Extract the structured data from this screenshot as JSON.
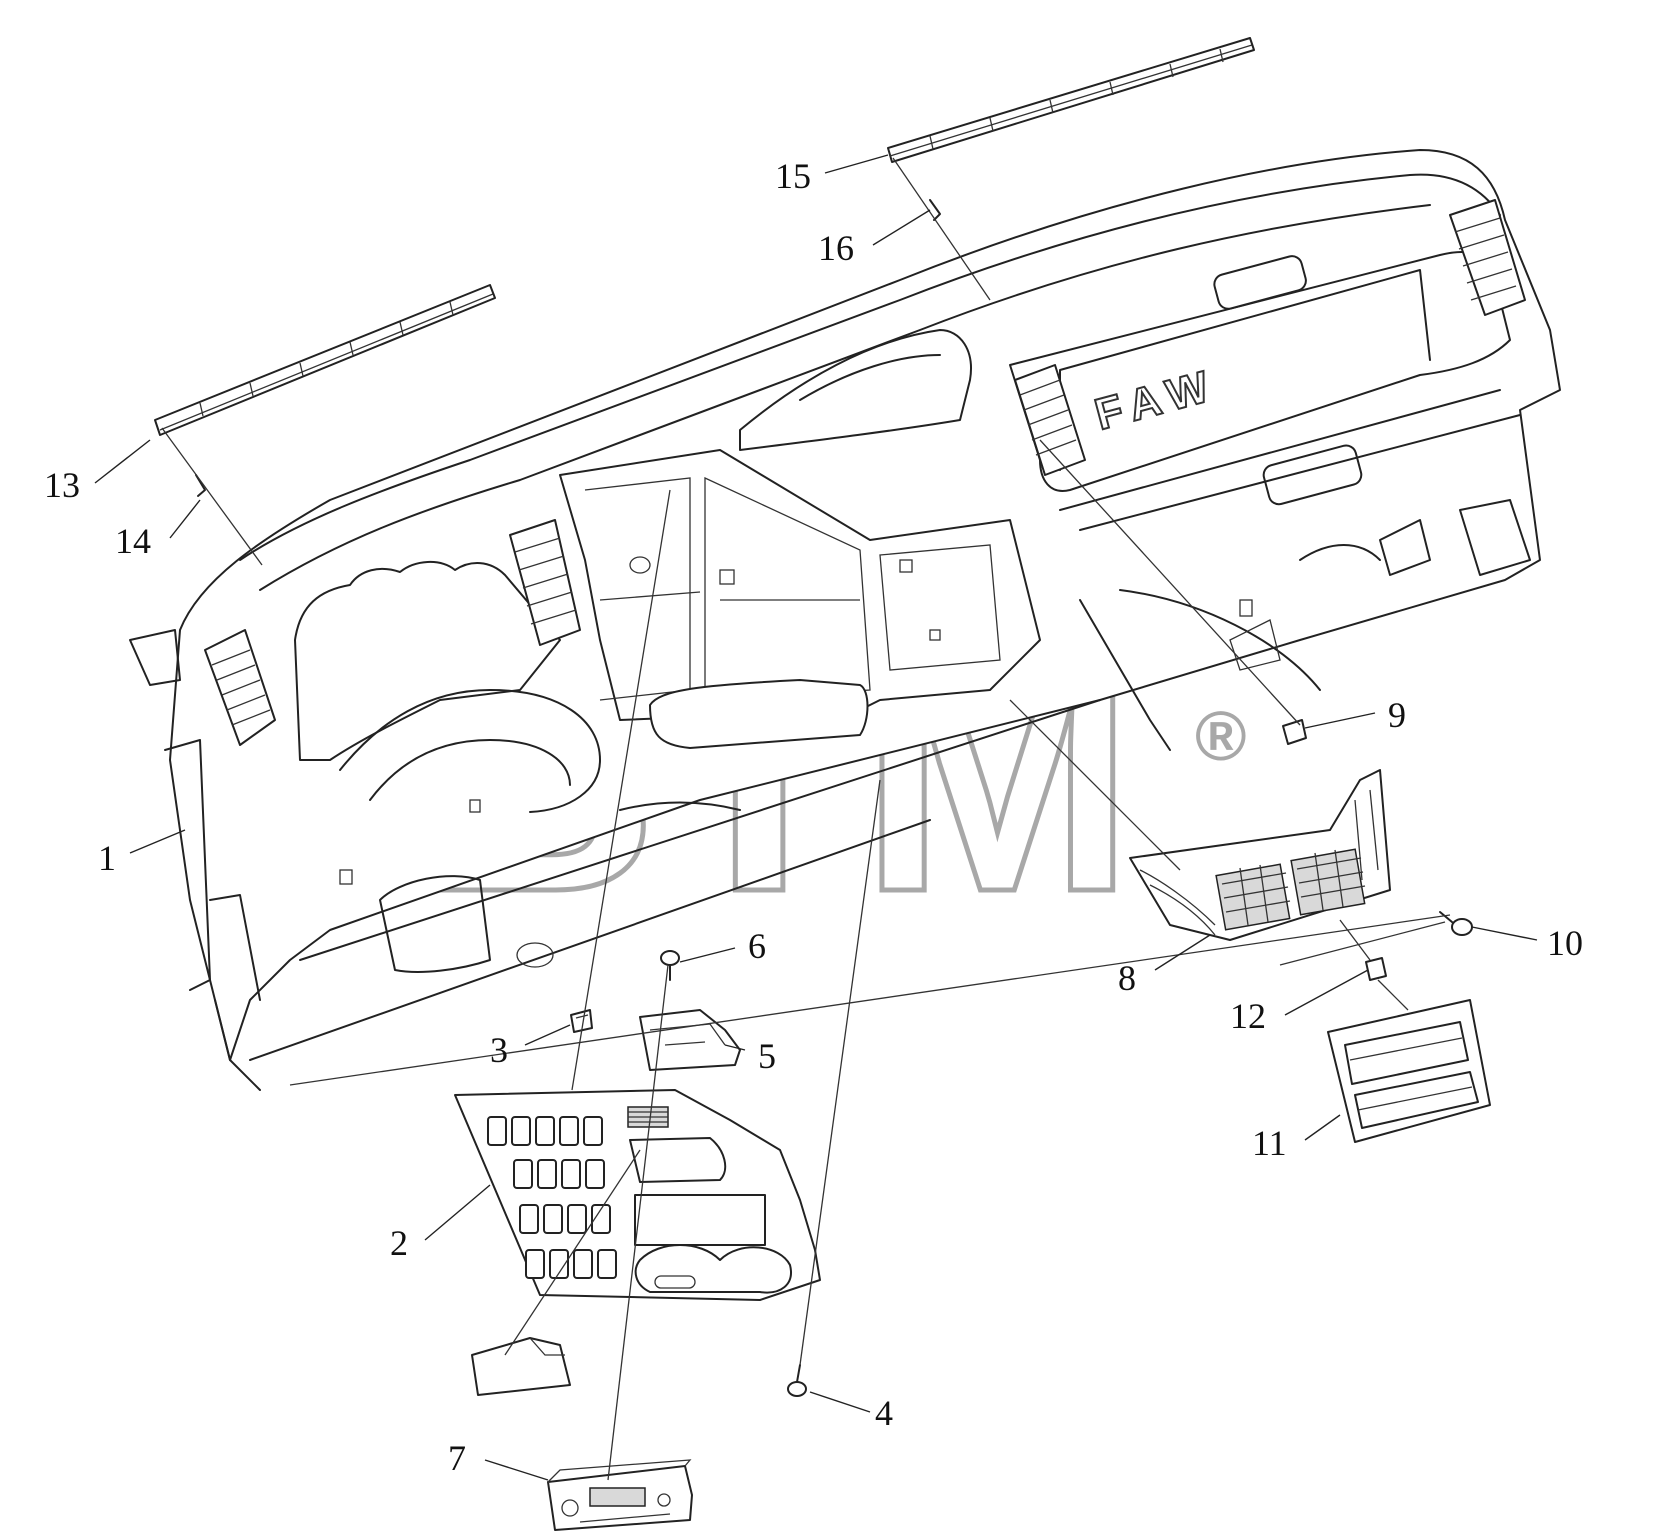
{
  "diagram": {
    "brand_mark": "FAW",
    "watermark": {
      "text": "BTM",
      "symbol": "®"
    },
    "callouts": [
      {
        "label": "1"
      },
      {
        "label": "2"
      },
      {
        "label": "3"
      },
      {
        "label": "4"
      },
      {
        "label": "5"
      },
      {
        "label": "6"
      },
      {
        "label": "7"
      },
      {
        "label": "8"
      },
      {
        "label": "9"
      },
      {
        "label": "10"
      },
      {
        "label": "11"
      },
      {
        "label": "12"
      },
      {
        "label": "13"
      },
      {
        "label": "14"
      },
      {
        "label": "15"
      },
      {
        "label": "16"
      }
    ]
  }
}
